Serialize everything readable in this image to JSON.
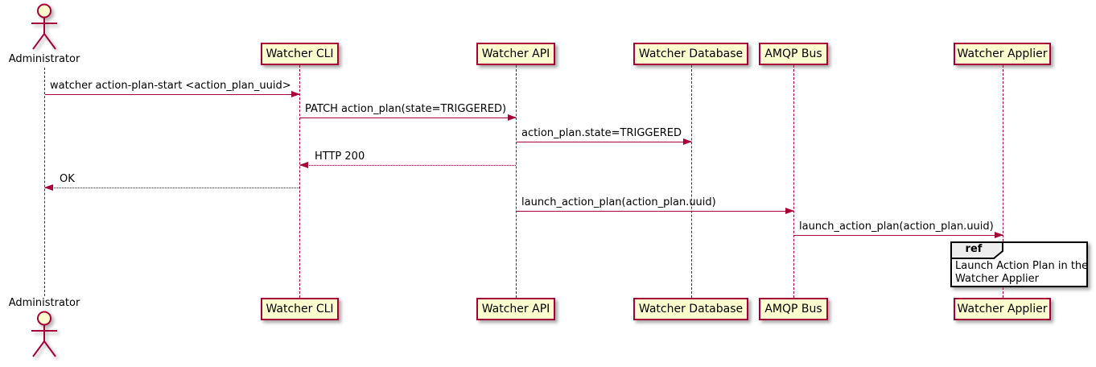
{
  "diagram": {
    "kind": "sequence-diagram",
    "colors": {
      "participant_fill": "#FEFECE",
      "participant_border": "#A80036",
      "message_line": "#A80036",
      "text": "#000000",
      "ref_border": "#000000",
      "ref_tab_fill": "#EEEEEE",
      "ref_body_fill": "#FFFFFF"
    }
  },
  "actor": {
    "label": "Administrator"
  },
  "participants": [
    {
      "label": "Watcher CLI"
    },
    {
      "label": "Watcher API"
    },
    {
      "label": "Watcher Database"
    },
    {
      "label": "AMQP Bus"
    },
    {
      "label": "Watcher Applier"
    }
  ],
  "messages": [
    {
      "from": "Administrator",
      "to": "Watcher CLI",
      "label": "watcher action-plan-start <action_plan_uuid>",
      "style": "solid",
      "direction": "right"
    },
    {
      "from": "Watcher CLI",
      "to": "Watcher API",
      "label": "PATCH action_plan(state=TRIGGERED)",
      "style": "solid",
      "direction": "right"
    },
    {
      "from": "Watcher API",
      "to": "Watcher Database",
      "label": "action_plan.state=TRIGGERED",
      "style": "solid",
      "direction": "right"
    },
    {
      "from": "Watcher API",
      "to": "Watcher CLI",
      "label": "HTTP 200",
      "style": "dashed",
      "direction": "left"
    },
    {
      "from": "Watcher CLI",
      "to": "Administrator",
      "label": "OK",
      "style": "dashed",
      "direction": "left"
    },
    {
      "from": "Watcher API",
      "to": "AMQP Bus",
      "label": "launch_action_plan(action_plan.uuid)",
      "style": "solid",
      "direction": "right"
    },
    {
      "from": "AMQP Bus",
      "to": "Watcher Applier",
      "label": "launch_action_plan(action_plan.uuid)",
      "style": "solid",
      "direction": "right"
    }
  ],
  "ref": {
    "keyword": "ref",
    "line1": "Launch Action Plan in the",
    "line2": "Watcher Applier"
  }
}
